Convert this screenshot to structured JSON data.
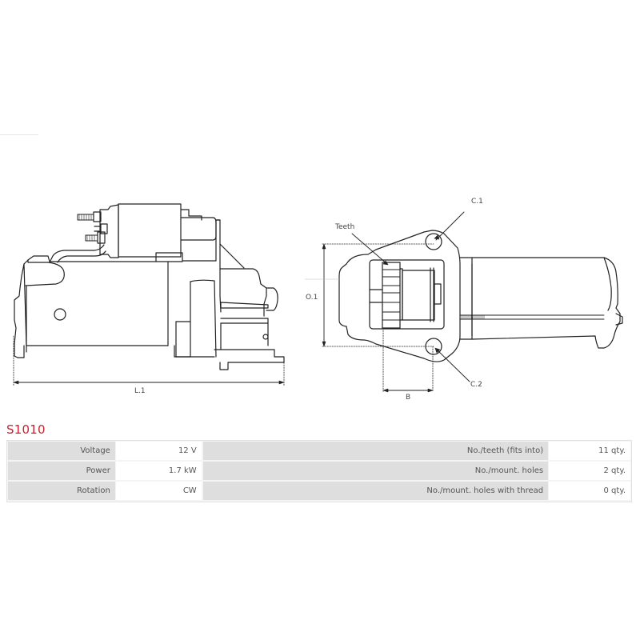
{
  "product": {
    "code": "S1010",
    "title_color": "#c4232f"
  },
  "drawing": {
    "side_view": {
      "dimension_labels": {
        "length": "L.1"
      }
    },
    "front_view": {
      "dimension_labels": {
        "teeth": "Teeth",
        "hole_1": "C.1",
        "hole_2": "C.2",
        "offset": "O.1",
        "bore": "B"
      }
    }
  },
  "specs": {
    "rows": [
      {
        "label": "Voltage",
        "value": "12 V",
        "label2": "No./teeth (fits into)",
        "value2": "11 qty."
      },
      {
        "label": "Power",
        "value": "1.7 kW",
        "label2": "No./mount. holes",
        "value2": "2 qty."
      },
      {
        "label": "Rotation",
        "value": "CW",
        "label2": "No./mount. holes with thread",
        "value2": "0 qty."
      }
    ]
  }
}
